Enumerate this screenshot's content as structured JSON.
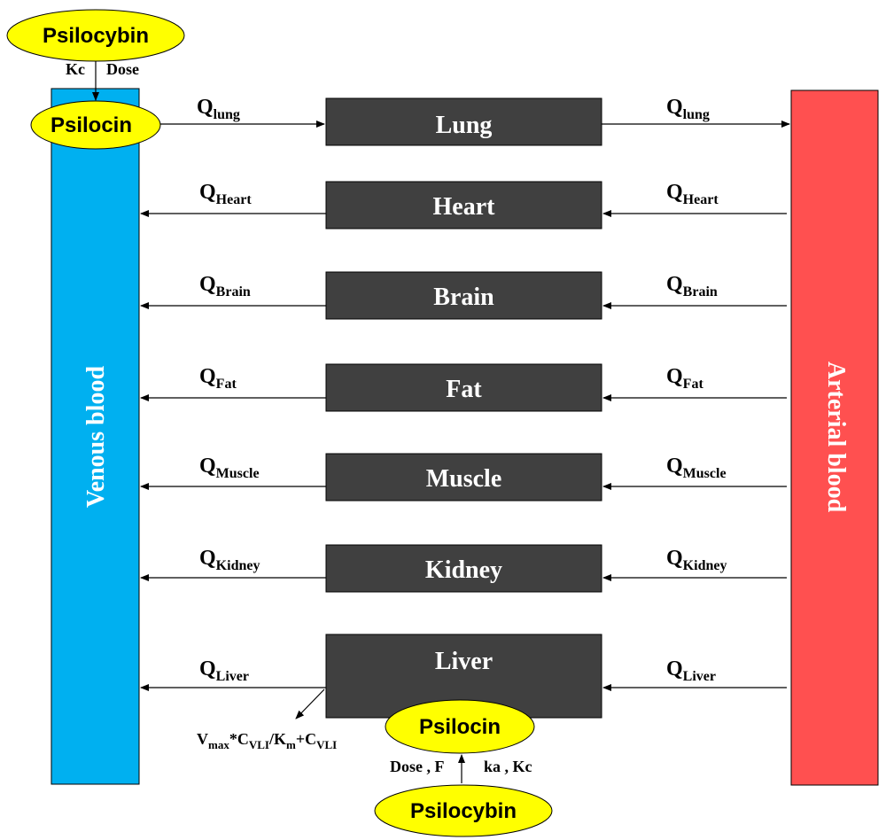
{
  "venous_blood": {
    "label": "Venous blood",
    "color": "#00b0f0"
  },
  "arterial_blood": {
    "label": "Arterial blood",
    "color": "#ff5050"
  },
  "organ_color": "#404040",
  "ellipse_color": "#ffff00",
  "top_psilocybin": "Psilocybin",
  "top_kc": "Kc",
  "top_dose": "Dose",
  "top_psilocin": "Psilocin",
  "organs": [
    {
      "label": "Lung",
      "flow_main": "Q",
      "flow_sub": "lung"
    },
    {
      "label": "Heart",
      "flow_main": "Q",
      "flow_sub": "Heart"
    },
    {
      "label": "Brain",
      "flow_main": "Q",
      "flow_sub": "Brain"
    },
    {
      "label": "Fat",
      "flow_main": "Q",
      "flow_sub": "Fat"
    },
    {
      "label": "Muscle",
      "flow_main": "Q",
      "flow_sub": "Muscle"
    },
    {
      "label": "Kidney",
      "flow_main": "Q",
      "flow_sub": "Kidney"
    },
    {
      "label": "Liver",
      "flow_main": "Q",
      "flow_sub": "Liver"
    }
  ],
  "metabolism": {
    "v": "V",
    "max": "max",
    "c1": "*C",
    "vli1": "VLI",
    "k": "/K",
    "m": "m",
    "c2": "+C",
    "vli2": "VLI"
  },
  "oral": {
    "psilocin": "Psilocin",
    "psilocybin": "Psilocybin",
    "dose_f": "Dose , F",
    "ka_kc": "ka , Kc"
  }
}
